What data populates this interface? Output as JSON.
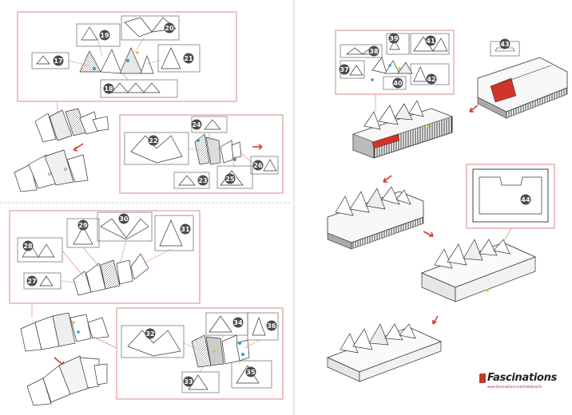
{
  "parts": [
    "17",
    "18",
    "19",
    "20",
    "21",
    "22",
    "23",
    "24",
    "25",
    "26",
    "27",
    "28",
    "29",
    "30",
    "31",
    "32",
    "33",
    "34",
    "35",
    "36",
    "37",
    "38",
    "39",
    "40",
    "41",
    "42",
    "43",
    "44"
  ],
  "brand": {
    "name": "Fascinations",
    "url": "www.fascinations.com/metalearth"
  },
  "colors": {
    "frame": "#d98a84",
    "badge": "#4a4a4a",
    "arrow": "#d33b2c",
    "highlight": "#d2332a",
    "dot_blue": "#2a9fd6",
    "dot_yellow": "#c9c93a"
  }
}
